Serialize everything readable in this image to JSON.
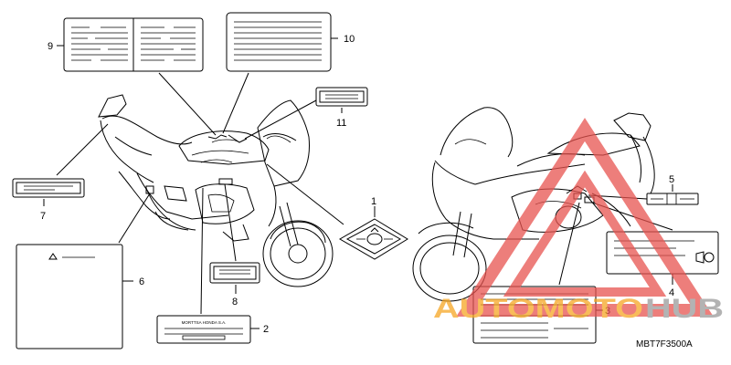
{
  "callouts": {
    "c1": "1",
    "c2": "2",
    "c3": "3",
    "c4": "4",
    "c5": "5",
    "c6": "6",
    "c7": "7",
    "c8": "8",
    "c9": "9",
    "c10": "10",
    "c11": "11"
  },
  "label2_text": "MORTTSA HONDA S.A.",
  "diagram_code": "MBT7F3500A",
  "watermark": {
    "part1": "AUTOMOTO",
    "part2": "HUB",
    "color1": "#f6a623",
    "color2": "#9a9a9a",
    "triangle_color": "#e8534f"
  }
}
